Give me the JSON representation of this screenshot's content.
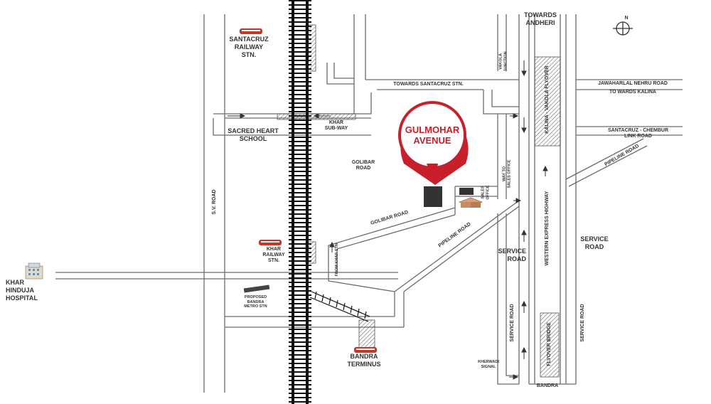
{
  "map": {
    "colors": {
      "road": "#6b6b6b",
      "railway": "#111111",
      "pin": "#c8202a",
      "building": "#333333",
      "train": "#c0392b",
      "label": "#333333"
    },
    "pin_label": "GULMOHAR\nAVENUE",
    "labels": {
      "santacruz_stn": "SANTACRUZ\nRAILWAY\nSTN.",
      "towards_andheri": "TOWARDS\nANDHERI",
      "vakola_junction": "VAKOLA\nJUNCTION",
      "towards_santacruz_stn": "TOWARDS SANTACRUZ STN.",
      "jawaharlal_nehru_road": "JAWAHARLAL NEHRU ROAD",
      "to_wards_kalina": "TO WARDS KALINA",
      "kalina_vakola_flyover": "KALINA - VAKOLA FLYOVER",
      "sacred_heart_school": "SACRED HEART\nSCHOOL",
      "khar_subway": "KHAR\nSUB-WAY",
      "santacruz_chembur_link": "SANTACRUZ - CHEMBUR\nLINK ROAD",
      "golibar_road_top": "GOLIBAR\nROAD",
      "way_to_sales_office": "WAY TO\nSALES OFFICE",
      "sales_office": "SALES\nOFFICE",
      "pipeline_road_right": "PIPELINE ROAD",
      "sv_road": "S.V. ROAD",
      "golibar_road_diag": "GOLIBAR ROAD",
      "pipeline_road_diag": "PIPELINE ROAD",
      "western_express_highway": "WESTERN EXPRESS HIGHWAY",
      "service_road_right": "SERVICE\nROAD",
      "khar_railway_stn": "KHAR\nRAILWAY\nSTN.",
      "service_road_mid": "SERVICE\nROAD",
      "from_khar_stn": "FROM KHAR STN",
      "khar_hinduja_hospital": "KHAR\nHINDUJA\nHOSPITAL",
      "proposed_bandra_metro": "PROPOSED\nBANDRA\nMETRO STN",
      "service_road_vert_left": "SERVICE ROAD",
      "service_road_vert_right": "SERVICE ROAD",
      "flyover_bridge": "FLYOVER BRIDGE",
      "bandra_terminus": "BANDRA\nTERMINUS",
      "kherwadi_signal": "KHERWADI\nSIGNAL",
      "bandra": "BANDRA",
      "north": "N"
    }
  }
}
